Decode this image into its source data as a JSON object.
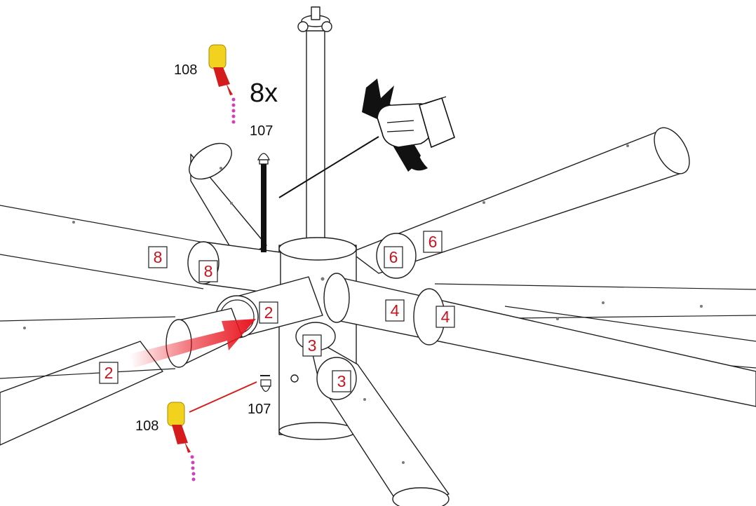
{
  "parts": {
    "threadlocker": {
      "number": "108",
      "icon": "glue-bottle-icon"
    },
    "bolt": {
      "number": "107",
      "icon": "bolt-icon"
    },
    "multiplier": "8x",
    "tool": {
      "icon": "wrench-in-hand-icon"
    }
  },
  "pipe_labels": [
    "8",
    "8",
    "6",
    "6",
    "2",
    "4",
    "4",
    "3",
    "3",
    "2"
  ],
  "colors": {
    "label_text": "#c8141e",
    "arrow": "#e8141e",
    "glue_bottle": "#f2d21e",
    "glue_tip": "#d41c1c",
    "drops": "#d040b8"
  }
}
